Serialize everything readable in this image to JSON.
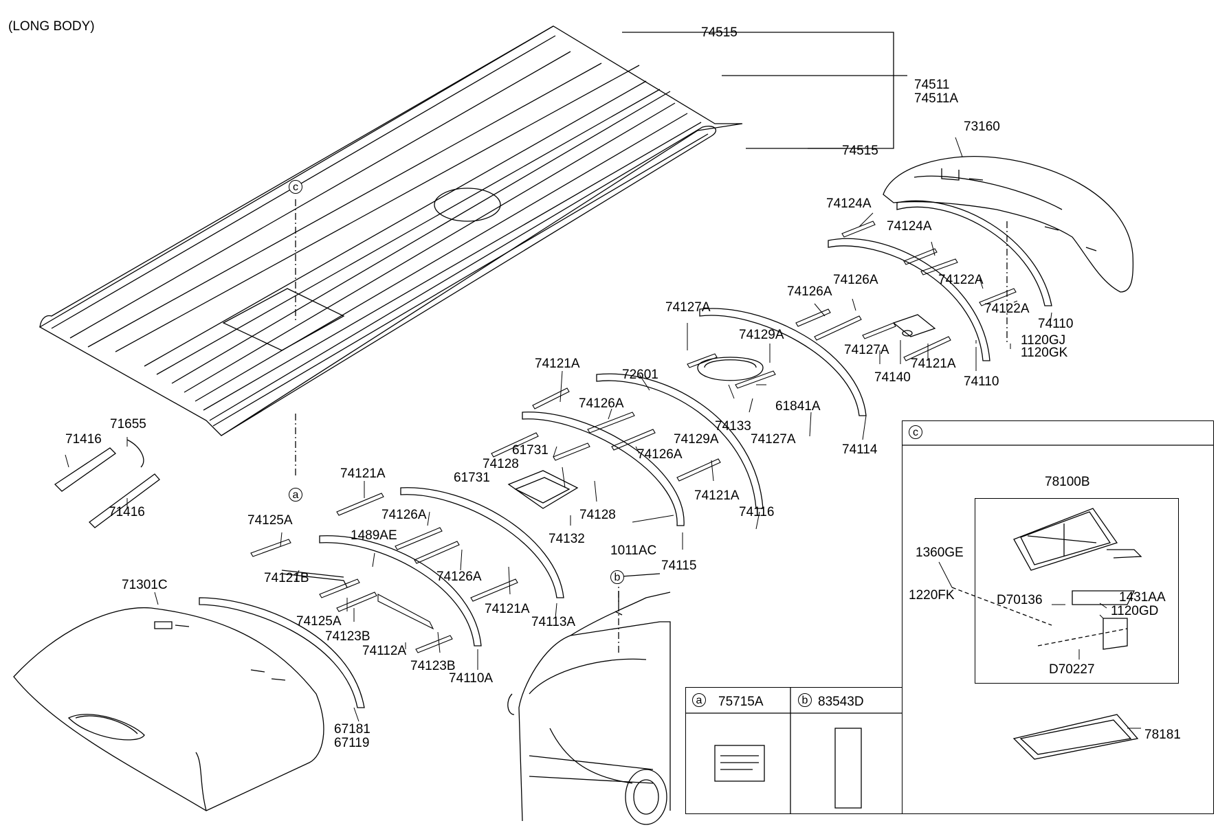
{
  "header": "(LONG BODY)",
  "labels": {
    "p74515a": "74515",
    "p74511": "74511",
    "p74511A": "74511A",
    "p74515b": "74515",
    "p73160": "73160",
    "p74124A_1": "74124A",
    "p74124A_2": "74124A",
    "p74122A_1": "74122A",
    "p74122A_2": "74122A",
    "p74110_1": "74110",
    "p1120GJ": "1120GJ",
    "p1120GK": "1120GK",
    "p74126A_1": "74126A",
    "p74126A_2": "74126A",
    "p74127A_1": "74127A",
    "p74129A_1": "74129A",
    "p74127A_2": "74127A",
    "p74121A_1": "74121A",
    "p74140": "74140",
    "p74110_2": "74110",
    "p74121A_2": "74121A",
    "p72601": "72601",
    "p74126A_3": "74126A",
    "p61841A": "61841A",
    "p74133": "74133",
    "p74129A_2": "74129A",
    "p74127A_3": "74127A",
    "p74126A_4": "74126A",
    "p74114": "74114",
    "p61731_1": "61731",
    "p74128_1": "74128",
    "p61731_2": "61731",
    "p74128_2": "74128",
    "p74121A_3": "74121A",
    "p74116": "74116",
    "p74132": "74132",
    "p1011AC": "1011AC",
    "p74115": "74115",
    "p74121A_4": "74121A",
    "p74125A_1": "74125A",
    "p74126A_5": "74126A",
    "p1489AE": "1489AE",
    "p74121B": "74121B",
    "p74126A_6": "74126A",
    "p74125A_2": "74125A",
    "p74123B_1": "74123B",
    "p74121A_5": "74121A",
    "p74113A": "74113A",
    "p74112A": "74112A",
    "p74123B_2": "74123B",
    "p74110A": "74110A",
    "p71301C": "71301C",
    "p67181": "67181",
    "p67119": "67119",
    "p71416_1": "71416",
    "p71655": "71655",
    "p71416_2": "71416",
    "p78100B": "78100B",
    "p1360GE": "1360GE",
    "p1220FK": "1220FK",
    "pD70136": "D70136",
    "p1431AA": "1431AA",
    "p1120GD": "1120GD",
    "pD70227": "D70227",
    "p78181": "78181",
    "p75715A": "75715A",
    "p83543D": "83543D"
  },
  "callouts": {
    "a": "a",
    "b": "b",
    "c": "c"
  }
}
